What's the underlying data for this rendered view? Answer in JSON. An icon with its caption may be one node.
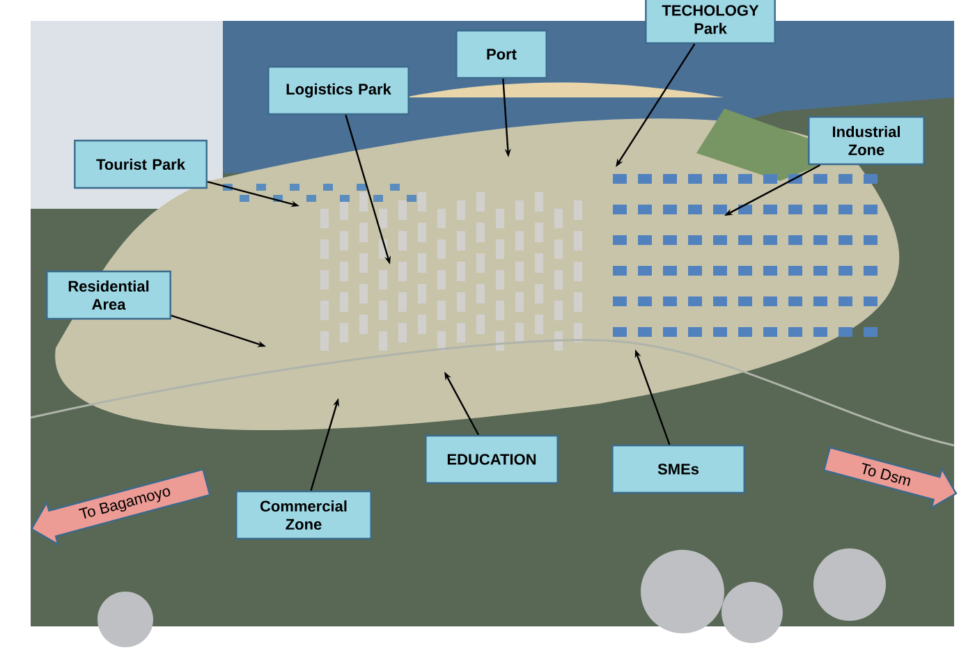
{
  "diagram": {
    "nodes": [
      {
        "text": [
          "TECHOLOGY Park"
        ]
      },
      {
        "text": [
          "Port"
        ]
      },
      {
        "text": [
          "Logistics Park"
        ]
      },
      {
        "text": [
          "Tourist Park"
        ]
      },
      {
        "text": [
          "Industrial Zone"
        ]
      },
      {
        "text": [
          "Residential Area"
        ]
      },
      {
        "text": [
          "Commercial Zone"
        ]
      },
      {
        "text": [
          "EDUCATION"
        ]
      },
      {
        "text": [
          "SMEs"
        ]
      },
      {
        "text": [
          "To Bagamoyo"
        ]
      },
      {
        "text": [
          "To Dsm"
        ]
      }
    ],
    "edges": [
      {
        "from": 0,
        "to": null,
        "arrow": "to"
      },
      {
        "from": 1,
        "to": null,
        "arrow": "to"
      },
      {
        "from": 2,
        "to": null,
        "arrow": "to"
      },
      {
        "from": 3,
        "to": null,
        "arrow": "to"
      },
      {
        "from": 4,
        "to": null,
        "arrow": "to"
      },
      {
        "from": 5,
        "to": null,
        "arrow": "to"
      },
      {
        "from": 6,
        "to": null,
        "arrow": "to"
      },
      {
        "from": 7,
        "to": null,
        "arrow": "to"
      },
      {
        "from": 8,
        "to": null,
        "arrow": "to"
      }
    ]
  }
}
